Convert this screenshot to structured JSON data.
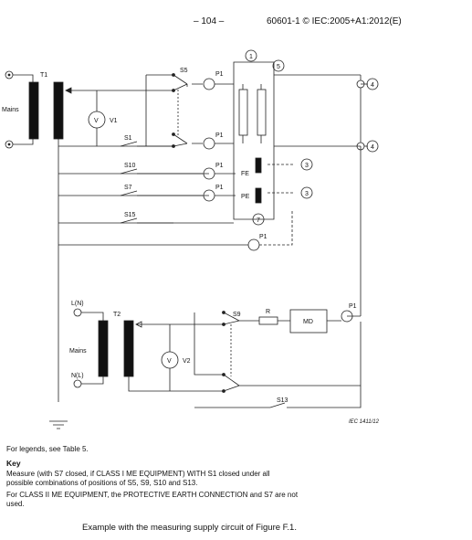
{
  "header": {
    "page_number": "– 104 –",
    "standard": "60601-1 © IEC:2005+A1:2012(E)"
  },
  "diagram": {
    "labels": {
      "mains_top": "Mains",
      "mains_bottom": "Mains",
      "t1": "T1",
      "t2": "T2",
      "v1": "V1",
      "v2": "V2",
      "v_sym": "V",
      "s5": "S5",
      "s1": "S1",
      "s10": "S10",
      "s7": "S7",
      "s15": "S15",
      "s9": "S9",
      "s13": "S13",
      "p1": "P1",
      "fe": "FE",
      "pe": "PE",
      "r": "R",
      "md": "MD",
      "ln": "L(N)",
      "nl": "N(L)",
      "c1": "1",
      "c3": "3",
      "c4": "4",
      "c5": "5",
      "c7": "7",
      "ref": "IEC 1411/12"
    }
  },
  "notes": {
    "legend": "For legends, see Table 5.",
    "key_title": "Key",
    "key_line1": "Measure (with S7 closed, if CLASS I ME EQUIPMENT) WITH S1 closed under all possible combinations of positions of S5, S9, S10 and S13.",
    "key_line2": "For CLASS II ME EQUIPMENT, the PROTECTIVE EARTH CONNECTION and S7 are not used."
  },
  "caption": "Example with the measuring supply circuit of Figure F.1."
}
